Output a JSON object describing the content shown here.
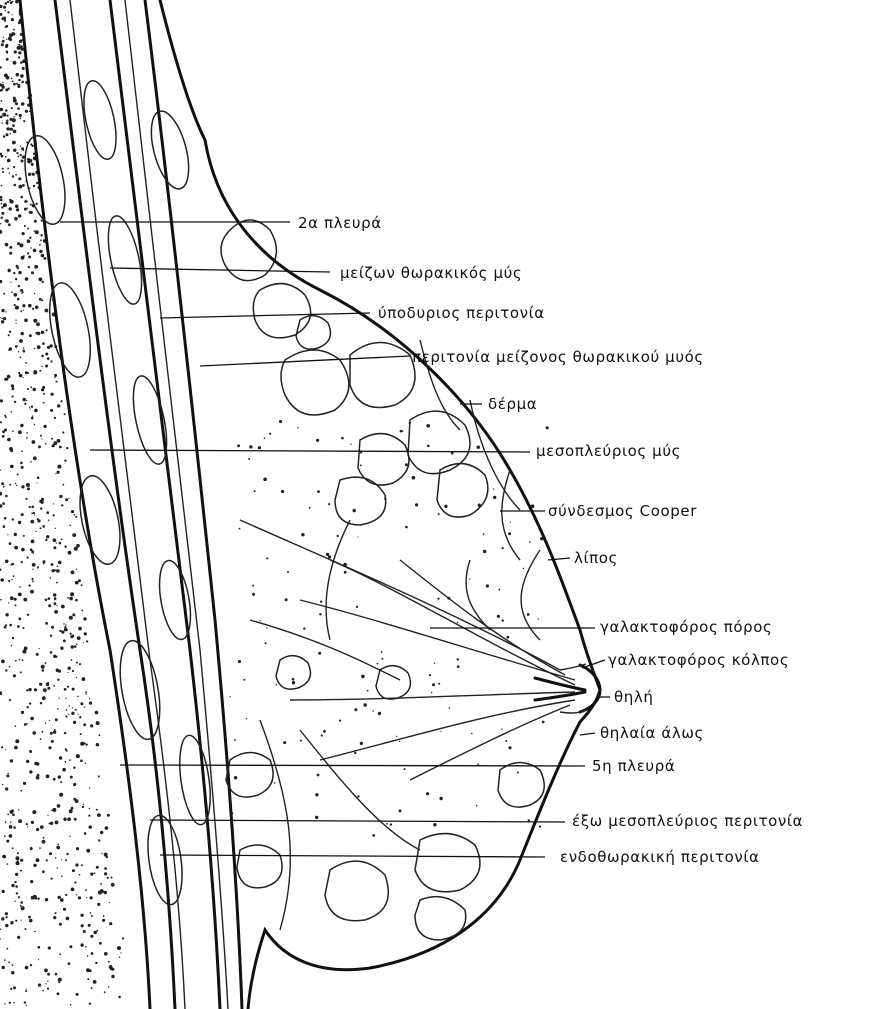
{
  "figure": {
    "labels": [
      {
        "id": "rib-2",
        "text": "2α πλευρά"
      },
      {
        "id": "pectoralis-major",
        "text": "μείζων θωρακικός μύς"
      },
      {
        "id": "subcutaneous-fascia",
        "text": "ύποδυριος περιτονία"
      },
      {
        "id": "pectoralis-fascia",
        "text": "περιτονία μείζονος θωρακικού μυός"
      },
      {
        "id": "skin",
        "text": "δέρμα"
      },
      {
        "id": "intercostal-muscle",
        "text": "μεσοπλεύριος μύς"
      },
      {
        "id": "cooper-ligament",
        "text": "σύνδεσμος Cooper"
      },
      {
        "id": "fat",
        "text": "λίπος"
      },
      {
        "id": "lactiferous-duct",
        "text": "γαλακτοφόρος πόρος"
      },
      {
        "id": "lactiferous-sinus",
        "text": "γαλακτοφόρος κόλπος"
      },
      {
        "id": "nipple",
        "text": "θηλή"
      },
      {
        "id": "areola",
        "text": "θηλαία άλως"
      },
      {
        "id": "rib-5",
        "text": "5η πλευρά"
      },
      {
        "id": "external-intercostal-fascia",
        "text": "έξω μεσοπλεύριος περιτονία"
      },
      {
        "id": "endothoracic-fascia",
        "text": "ενδοθωρακική περιτονία"
      }
    ]
  }
}
